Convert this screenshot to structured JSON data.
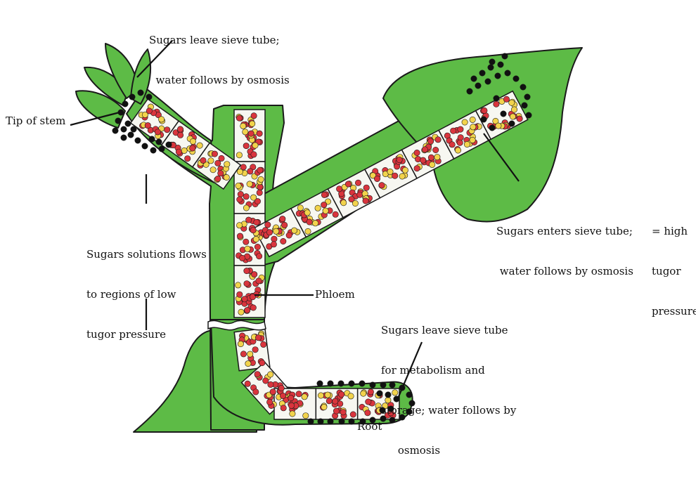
{
  "labels": {
    "top_line1": "Sugars leave sieve tube;",
    "top_line2": "  water follows by osmosis",
    "tip_of_stem": "Tip of stem",
    "flow_line1": "Sugars solutions flows",
    "flow_line2": "to regions of low",
    "flow_line3": "tugor pressure",
    "enters_line1": "Sugars enters sieve tube;",
    "enters_line2": " water follows by osmosis",
    "high_line1": "= high",
    "high_line2": "tugor",
    "high_line3": "pressure",
    "phloem": "Phloem",
    "root_leave_line1": "Sugars leave sieve tube",
    "root_leave_line2": "for metabolism and",
    "root_leave_line3": "storage; water follows by",
    "root_leave_line4": "     osmosis",
    "root": "Root"
  },
  "colors": {
    "plant_green": "#5dbb46",
    "outline": "#1a1a1a",
    "sugar_red": "#d9353d",
    "sugar_yellow": "#f2d34c",
    "sieve_fill": "#f7f7f1",
    "dark_dot": "#111111"
  }
}
